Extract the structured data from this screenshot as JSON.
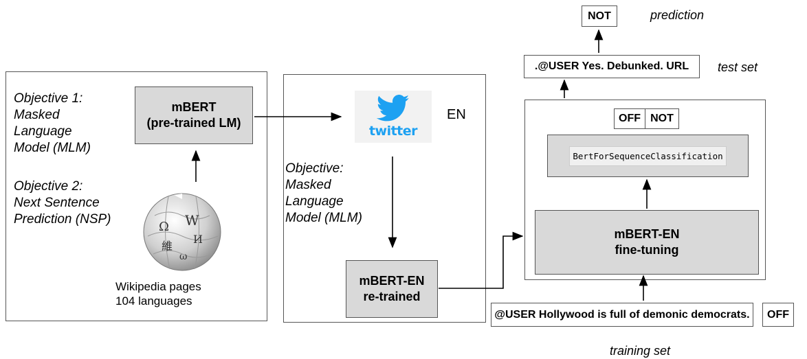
{
  "panel1": {
    "objective1": "Objective 1:\nMasked\nLanguage\nModel (MLM)",
    "objective2": "Objective 2:\nNext Sentence\nPrediction (NSP)",
    "mbert_box": "mBERT\n(pre-trained LM)",
    "wiki_caption": "Wikipedia pages\n104 languages",
    "wiki_glyphs": [
      "Ω",
      "W",
      "И",
      "維",
      "ω"
    ]
  },
  "panel2": {
    "twitter_logo": "twitter",
    "lang": "EN",
    "objective": "Objective:\nMasked\nLanguage\nModel (MLM)",
    "retrained_box": "mBERT-EN\nre-trained"
  },
  "panel3": {
    "labels": [
      "OFF",
      "NOT"
    ],
    "classifier": "BertForSequenceClassification",
    "finetune_box": "mBERT-EN\nfine-tuning"
  },
  "test": {
    "example": ".@USER Yes. Debunked. URL",
    "caption": "test set",
    "prediction_label": "NOT",
    "prediction_caption": "prediction"
  },
  "train": {
    "example": "@USER Hollywood is full of demonic democrats.",
    "label": "OFF",
    "caption": "training set"
  },
  "colors": {
    "box_fill": "#d9d9d9",
    "twitter_blue": "#1da1f2"
  }
}
